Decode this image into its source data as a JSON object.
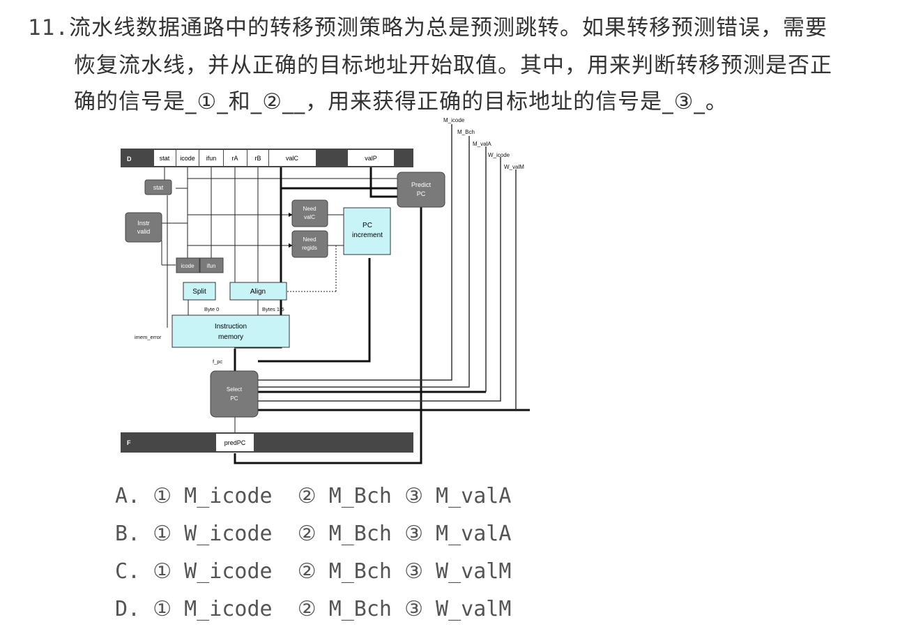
{
  "question": {
    "number": "11.",
    "line1": "流水线数据通路中的转移预测策略为总是预测跳转。如果转移预测错误，需要",
    "line2": "恢复流水线，并从正确的目标地址开始取值。其中，用来判断转移预测是否正",
    "line3": "确的信号是_①_和_②__，用来获得正确的目标地址的信号是_③_。"
  },
  "diagram": {
    "d_stage": {
      "label": "D",
      "fields": [
        "stat",
        "icode",
        "ifun",
        "rA",
        "rB",
        "valC",
        "valP"
      ]
    },
    "f_stage": {
      "label": "F",
      "field": "predPC"
    },
    "blocks": {
      "stat": "stat",
      "instr_valid": [
        "Instr",
        "valid"
      ],
      "need_valc": [
        "Need",
        "valC"
      ],
      "need_regids": [
        "Need",
        "regids"
      ],
      "pc_increment": [
        "PC",
        "increment"
      ],
      "predict_pc": [
        "Predict",
        "PC"
      ],
      "icode": "icode",
      "ifun": "ifun",
      "split": "Split",
      "align": "Align",
      "instruction_memory": [
        "Instruction",
        "memory"
      ],
      "select_pc": [
        "Select",
        "PC"
      ]
    },
    "labels": {
      "byte0": "Byte 0",
      "bytes15": "Bytes 1-5",
      "imem_error": "imem_error",
      "f_pc": "f_pc"
    },
    "signals": [
      "M_icode",
      "M_Bch",
      "M_valA",
      "W_icode",
      "W_valM"
    ],
    "colors": {
      "gray_block": "#7a7a7a",
      "cyan_block": "#c8f4f8",
      "stage_bar": "#474747"
    }
  },
  "choices": [
    {
      "letter": "A.",
      "c1": "M_icode",
      "c2": "M_Bch",
      "c3": "M_valA"
    },
    {
      "letter": "B.",
      "c1": "W_icode",
      "c2": "M_Bch",
      "c3": "M_valA"
    },
    {
      "letter": "C.",
      "c1": "W_icode",
      "c2": "M_Bch",
      "c3": "W_valM"
    },
    {
      "letter": "D.",
      "c1": "M_icode",
      "c2": "M_Bch",
      "c3": "W_valM"
    }
  ],
  "markers": {
    "m1": "①",
    "m2": "②",
    "m3": "③"
  }
}
